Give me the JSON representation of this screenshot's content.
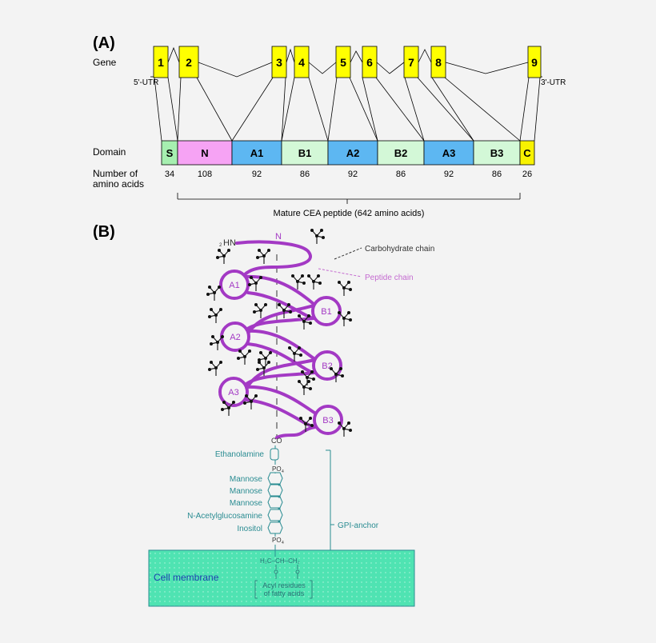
{
  "panel_a": {
    "label": "(A)",
    "gene_label": "Gene",
    "utr5": "5'-UTR",
    "utr3": "3'-UTR",
    "exons": [
      "1",
      "2",
      "3",
      "4",
      "5",
      "6",
      "7",
      "8",
      "9"
    ],
    "domain_label": "Domain",
    "domains": [
      {
        "name": "S",
        "aa": "34",
        "color": "#a6efb0"
      },
      {
        "name": "N",
        "aa": "108",
        "color": "#f6a3f4"
      },
      {
        "name": "A1",
        "aa": "92",
        "color": "#5db7f2"
      },
      {
        "name": "B1",
        "aa": "86",
        "color": "#d3f8d7"
      },
      {
        "name": "A2",
        "aa": "92",
        "color": "#5db7f2"
      },
      {
        "name": "B2",
        "aa": "86",
        "color": "#d3f8d7"
      },
      {
        "name": "A3",
        "aa": "92",
        "color": "#5db7f2"
      },
      {
        "name": "B3",
        "aa": "86",
        "color": "#d3f8d7"
      },
      {
        "name": "C",
        "aa": "26",
        "color": "#f8f200"
      }
    ],
    "aa_label_line1": "Number of",
    "aa_label_line2": "amino acids",
    "mature_label": "Mature CEA peptide (642 amino acids)",
    "exon_color": "#ffff00"
  },
  "panel_b": {
    "label": "(B)",
    "nh2": "HN",
    "nh2_sub": "2",
    "n_label": "N",
    "loops": [
      "A1",
      "B1",
      "A2",
      "B2",
      "A3",
      "B3"
    ],
    "carbohydrate_label": "Carbohydrate chain",
    "peptide_label": "Peptide chain",
    "co": "CO",
    "ethanolamine": "Ethanolamine",
    "po4": "PO",
    "po4_sub": "4",
    "sugars": [
      "Mannose",
      "Mannose",
      "Mannose",
      "N-Acetylglucosamine",
      "Inositol"
    ],
    "gpi_label": "GPI-anchor",
    "membrane_label": "Cell membrane",
    "glycerol": "H₂C–CH–CH₂",
    "acyl_line1": "Acyl residues",
    "acyl_line2": "of fatty acids",
    "peptide_color": "#a339c4",
    "membrane_color": "#4fe3b2",
    "teal": "#2a8c92"
  }
}
